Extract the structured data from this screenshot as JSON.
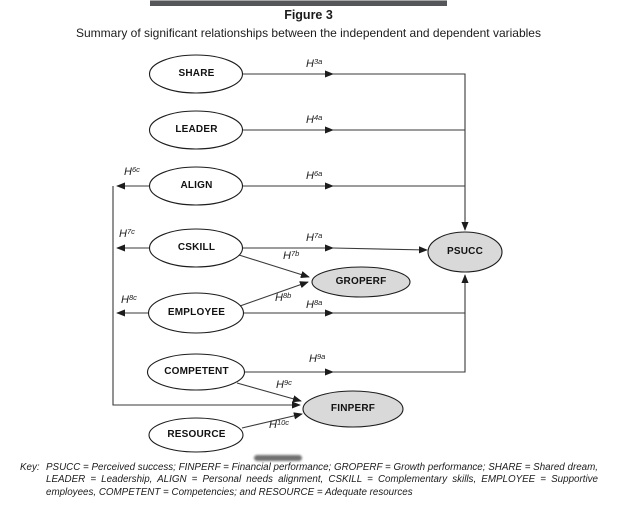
{
  "figure": {
    "title": "Figure 3",
    "subtitle": "Summary of significant relationships between the independent and dependent variables"
  },
  "diagram": {
    "nodes": {
      "share": {
        "label": "SHARE",
        "type": "independent"
      },
      "leader": {
        "label": "LEADER",
        "type": "independent"
      },
      "align": {
        "label": "ALIGN",
        "type": "independent"
      },
      "cskill": {
        "label": "CSKILL",
        "type": "independent"
      },
      "employee": {
        "label": "EMPLOYEE",
        "type": "independent"
      },
      "competent": {
        "label": "COMPETENT",
        "type": "independent"
      },
      "resource": {
        "label": "RESOURCE",
        "type": "independent"
      },
      "psucc": {
        "label": "PSUCC",
        "type": "dependent"
      },
      "groperf": {
        "label": "GROPERF",
        "type": "dependent"
      },
      "finperf": {
        "label": "FINPERF",
        "type": "dependent"
      }
    },
    "hypotheses": {
      "h3a": {
        "base": "H",
        "sup": "3a",
        "from": "SHARE",
        "to": "PSUCC"
      },
      "h4a": {
        "base": "H",
        "sup": "4a",
        "from": "LEADER",
        "to": "PSUCC"
      },
      "h6a": {
        "base": "H",
        "sup": "6a",
        "from": "ALIGN",
        "to": "PSUCC"
      },
      "h6c": {
        "base": "H",
        "sup": "6c",
        "from": "ALIGN",
        "to": "FINPERF"
      },
      "h7a": {
        "base": "H",
        "sup": "7a",
        "from": "CSKILL",
        "to": "PSUCC"
      },
      "h7b": {
        "base": "H",
        "sup": "7b",
        "from": "CSKILL",
        "to": "GROPERF"
      },
      "h7c": {
        "base": "H",
        "sup": "7c",
        "from": "CSKILL",
        "to": "FINPERF"
      },
      "h8a": {
        "base": "H",
        "sup": "8a",
        "from": "EMPLOYEE",
        "to": "PSUCC"
      },
      "h8b": {
        "base": "H",
        "sup": "8b",
        "from": "EMPLOYEE",
        "to": "GROPERF"
      },
      "h8c": {
        "base": "H",
        "sup": "8c",
        "from": "EMPLOYEE",
        "to": "FINPERF"
      },
      "h9a": {
        "base": "H",
        "sup": "9a",
        "from": "COMPETENT",
        "to": "PSUCC"
      },
      "h9c": {
        "base": "H",
        "sup": "9c",
        "from": "COMPETENT",
        "to": "FINPERF"
      },
      "h10c": {
        "base": "H",
        "sup": "10c",
        "from": "RESOURCE",
        "to": "FINPERF"
      }
    }
  },
  "key": {
    "label": "Key:",
    "text": "PSUCC = Perceived success; FINPERF = Financial performance; GROPERF = Growth performance; SHARE = Shared dream, LEADER = Leadership, ALIGN = Personal needs alignment, CSKILL = Complementary skills, EMPLOYEE = Supportive employees, COMPETENT = Competencies; and RESOURCE = Adequate resources"
  },
  "colors": {
    "dependent_fill": "#d9d9d9",
    "independent_fill": "#ffffff",
    "line": "#3a3a3a"
  }
}
